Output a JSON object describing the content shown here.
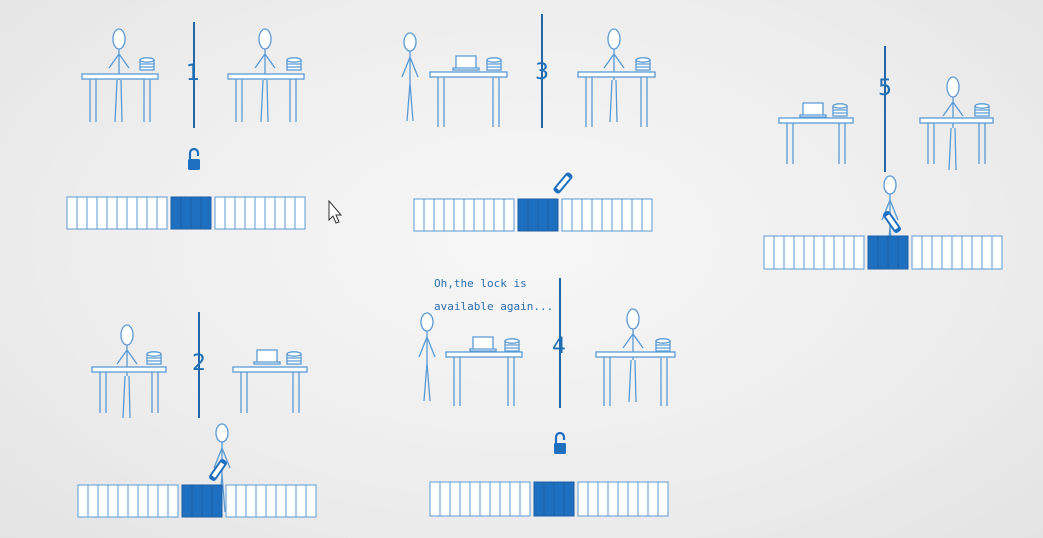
{
  "panels": [
    {
      "number": "1"
    },
    {
      "number": "2"
    },
    {
      "number": "3"
    },
    {
      "number": "4",
      "caption": [
        "Oh,the lock is",
        "available again..."
      ]
    },
    {
      "number": "5"
    }
  ],
  "colors": {
    "accent": "#1f6fc0",
    "line": "#5a9ad4",
    "divider": "#2566a8",
    "background": "#ededed"
  },
  "icons": [
    "lock-icon",
    "key-icon",
    "mouse-cursor-icon",
    "laptop-icon",
    "database-icon"
  ]
}
